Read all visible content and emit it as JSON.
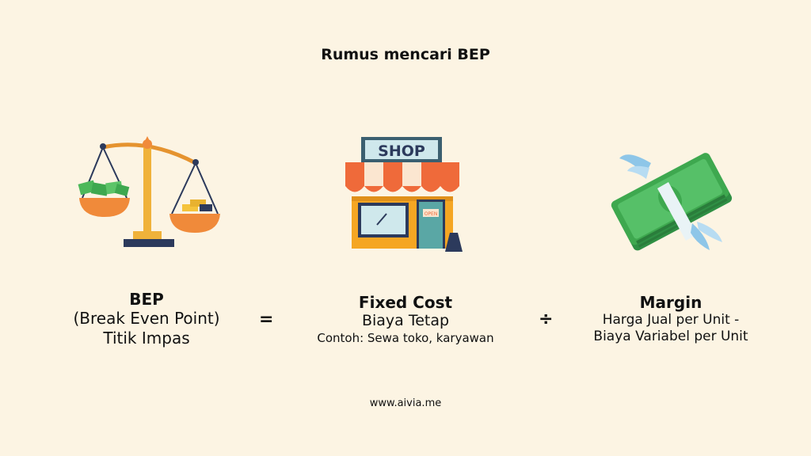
{
  "title": "Rumus mencari BEP",
  "bep": {
    "heading": "BEP",
    "line1": "(Break Even Point)",
    "line2": "Titik Impas"
  },
  "equals": "=",
  "fixed_cost": {
    "heading": "Fixed Cost",
    "line1": "Biaya Tetap",
    "line2": "Contoh: Sewa toko, karyawan"
  },
  "divide": "÷",
  "margin": {
    "heading": "Margin",
    "line1": "Harga Jual per Unit -",
    "line2": "Biaya Variabel per Unit"
  },
  "shop_sign": "SHOP",
  "shop_door_sign": "OPEN",
  "footer": "www.aivia.me",
  "icons": {
    "scale": "balance-scale-icon",
    "shop": "shop-icon",
    "money": "flying-money-icon"
  },
  "colors": {
    "background": "#fcf4e3",
    "orange": "#f08a3a",
    "green": "#3ea84f",
    "navy": "#2c3a5c"
  }
}
